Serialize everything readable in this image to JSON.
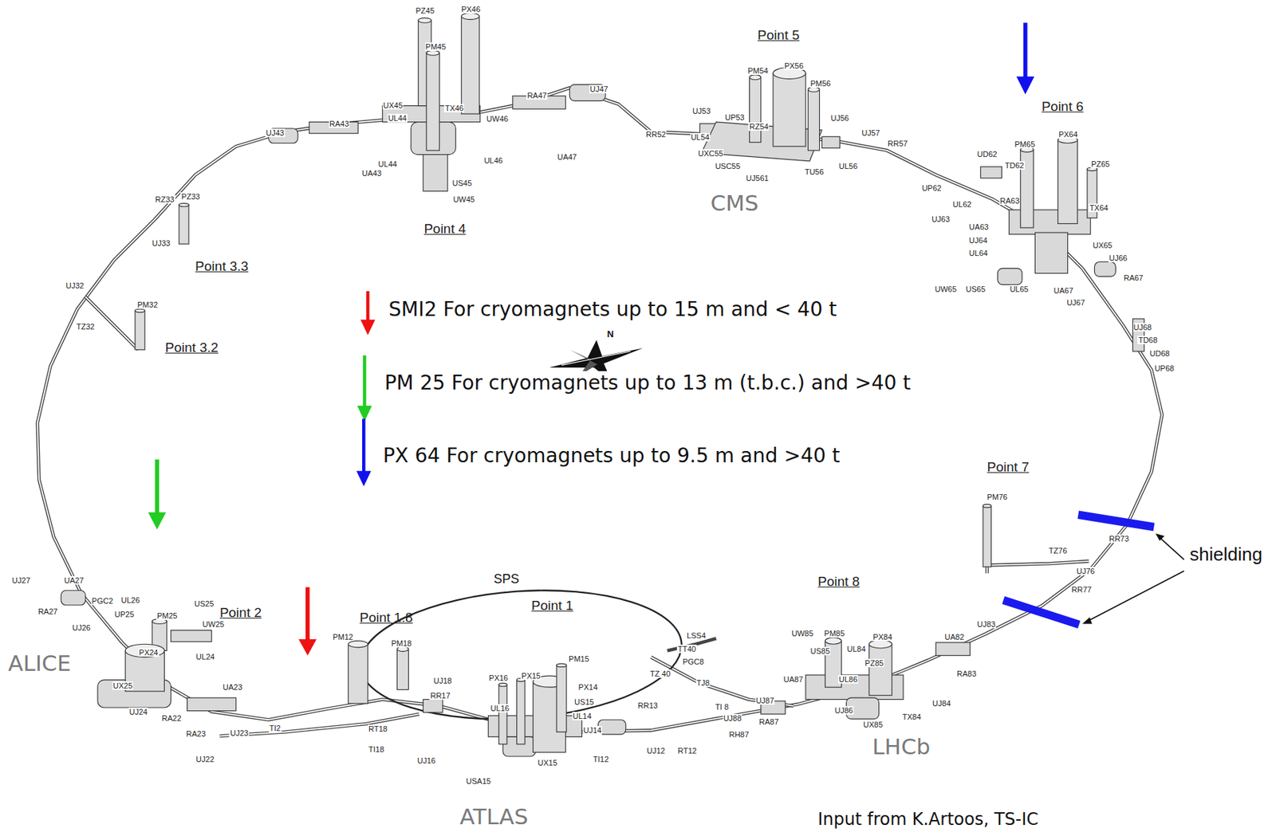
{
  "diagram": {
    "labels": [
      "PZ45",
      "PX46",
      "PM45",
      "TX46",
      "UX45",
      "UL44",
      "UW46",
      "RA47",
      "UJ47",
      "RA43",
      "UJ43",
      "UL44",
      "UL46",
      "UA47",
      "UA43",
      "US45",
      "UW45",
      "Point 4",
      "RZ33",
      "PZ33",
      "UJ33",
      "Point 3.3",
      "UJ32",
      "PM32",
      "TZ32",
      "Point 3.2",
      "Point 5",
      "PM54",
      "PX56",
      "PM56",
      "UJ53",
      "UP53",
      "RZ54",
      "RR52",
      "UL54",
      "UJ56",
      "UJ57",
      "RR57",
      "UXC55",
      "USC55",
      "UJ561",
      "TU56",
      "UL56",
      "CMS",
      "Point 6",
      "PX64",
      "PM65",
      "PZ65",
      "UD62",
      "TD62",
      "UP62",
      "RA63",
      "TX64",
      "UL62",
      "UJ63",
      "UA63",
      "UJ64",
      "UL64",
      "UX65",
      "UJ66",
      "RA67",
      "UW65",
      "US65",
      "UL65",
      "UA67",
      "UJ67",
      "UJ68",
      "TD68",
      "UD68",
      "UP68",
      "Point 7",
      "PM76",
      "TZ76",
      "RR73",
      "UJ76",
      "RR77",
      "shielding",
      "Point 8",
      "UW85",
      "PM85",
      "PX84",
      "UA82",
      "UJ83",
      "US85",
      "UL84",
      "PZ85",
      "UA87",
      "UL86",
      "RA83",
      "UJ87",
      "UJ86",
      "UX85",
      "TX84",
      "UJ84",
      "UJ88",
      "RA87",
      "RH87",
      "LHCb",
      "SPS",
      "Point 1",
      "Point 1.8",
      "PM12",
      "PM18",
      "UJ18",
      "RR17",
      "PX16",
      "PX15",
      "PM15",
      "PX14",
      "UL16",
      "US15",
      "UL14",
      "UJ14",
      "RR13",
      "TI2",
      "RT18",
      "TI18",
      "UJ16",
      "USA15",
      "UX15",
      "TI12",
      "UJ12",
      "RT12",
      "ATLAS",
      "LSS4",
      "TT40",
      "PGC8",
      "TZ 40",
      "TJ8",
      "TI 8",
      "UJ27",
      "UA27",
      "RA27",
      "PGC2",
      "UL26",
      "UJ26",
      "UP25",
      "PM25",
      "US25",
      "UW25",
      "Point 2",
      "PX24",
      "UL24",
      "UX25",
      "UA23",
      "UJ24",
      "RA22",
      "RA23",
      "UJ23",
      "UJ22",
      "ALICE",
      "N",
      "Input from K.Artoos, TS-IC"
    ],
    "legend": [
      {
        "text": "SMI2 For cryomagnets up to 15 m and < 40 t"
      },
      {
        "text": "PM 25 For cryomagnets up to 13 m (t.b.c.) and >40 t"
      },
      {
        "text": "PX 64 For cryomagnets up to 9.5 m and >40 t"
      }
    ]
  }
}
